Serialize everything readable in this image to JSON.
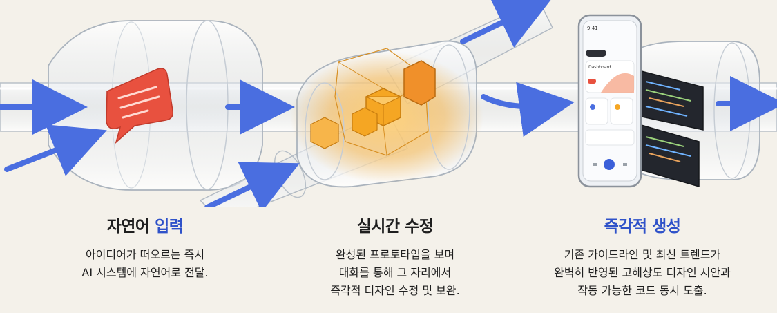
{
  "steps": [
    {
      "title_main": "자연어",
      "title_accent": "입력",
      "lines": [
        "아이디어가 떠오르는 즉시",
        "AI 시스템에 자연어로 전달."
      ]
    },
    {
      "title_main": "실시간 수정",
      "lines": [
        "완성된 프로토타입을 보며",
        "대화를 통해 그 자리에서",
        "즉각적 디자인 수정 및 보완."
      ]
    },
    {
      "title_main": "즉각적 생성",
      "lines": [
        "기존 가이드라인 및 최신 트렌드가",
        "완벽히 반영된 고해상도 디자인 시안과",
        "작동 가능한 코드 동시 도출."
      ]
    }
  ],
  "phone": {
    "status_time": "9:41",
    "card_title": "Dashboard"
  },
  "colors": {
    "accent_blue": "#2f52c9",
    "arrow_blue": "#4a6ee0",
    "chat_red": "#e8513f",
    "cube_orange": "#f5a623",
    "code_dark": "#23262d"
  }
}
